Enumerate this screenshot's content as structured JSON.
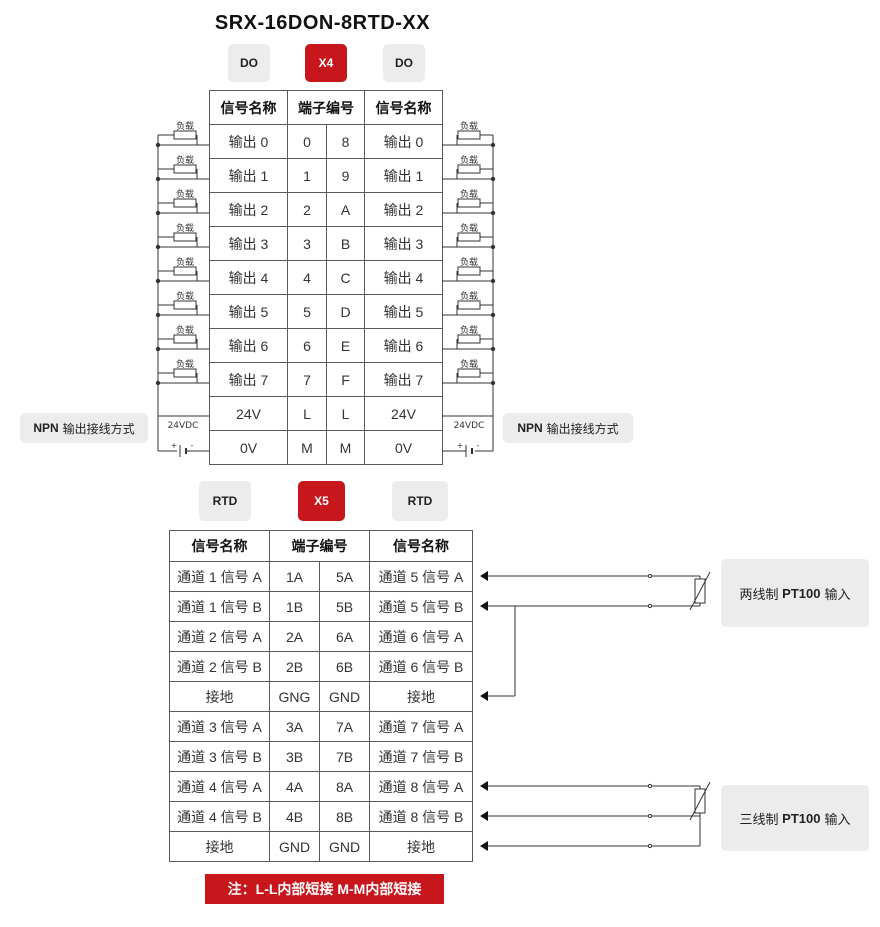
{
  "title": "SRX-16DON-8RTD-XX",
  "x4_section": {
    "chips": {
      "left": "DO",
      "center": "X4",
      "right": "DO"
    },
    "headers": {
      "signal_left": "信号名称",
      "terminal": "端子编号",
      "signal_right": "信号名称"
    },
    "rows": [
      [
        "输出 0",
        "0",
        "8",
        "输出 0"
      ],
      [
        "输出 1",
        "1",
        "9",
        "输出 1"
      ],
      [
        "输出 2",
        "2",
        "A",
        "输出 2"
      ],
      [
        "输出 3",
        "3",
        "B",
        "输出 3"
      ],
      [
        "输出 4",
        "4",
        "C",
        "输出 4"
      ],
      [
        "输出 5",
        "5",
        "D",
        "输出 5"
      ],
      [
        "输出 6",
        "6",
        "E",
        "输出 6"
      ],
      [
        "输出 7",
        "7",
        "F",
        "输出 7"
      ],
      [
        "24V",
        "L",
        "L",
        "24V"
      ],
      [
        "0V",
        "M",
        "M",
        "0V"
      ]
    ],
    "load_label": "负载",
    "supply_label": "24VDC",
    "supply_plus": "+",
    "supply_minus": "-",
    "npn_tag": {
      "bold": "NPN",
      "text": "输出接线方式"
    }
  },
  "x5_section": {
    "chips": {
      "left": "RTD",
      "center": "X5",
      "right": "RTD"
    },
    "headers": {
      "signal_left": "信号名称",
      "terminal": "端子编号",
      "signal_right": "信号名称"
    },
    "rows": [
      [
        "通道 1 信号 A",
        "1A",
        "5A",
        "通道 5 信号 A"
      ],
      [
        "通道 1 信号 B",
        "1B",
        "5B",
        "通道 5 信号 B"
      ],
      [
        "通道 2 信号 A",
        "2A",
        "6A",
        "通道 6 信号 A"
      ],
      [
        "通道 2 信号 B",
        "2B",
        "6B",
        "通道 6 信号 B"
      ],
      [
        "接地",
        "GNG",
        "GND",
        "接地"
      ],
      [
        "通道 3 信号 A",
        "3A",
        "7A",
        "通道 7 信号 A"
      ],
      [
        "通道 3 信号 B",
        "3B",
        "7B",
        "通道 7 信号 B"
      ],
      [
        "通道 4 信号 A",
        "4A",
        "8A",
        "通道 8 信号 A"
      ],
      [
        "通道 4 信号 B",
        "4B",
        "8B",
        "通道 8 信号 B"
      ],
      [
        "接地",
        "GND",
        "GND",
        "接地"
      ]
    ],
    "two_wire_tag": {
      "prefix": "两线制",
      "bold": "PT100",
      "suffix": "输入"
    },
    "three_wire_tag": {
      "prefix": "三线制",
      "bold": "PT100",
      "suffix": "输入"
    }
  },
  "note": "注：L-L内部短接  M-M内部短接",
  "colors": {
    "accent": "#c8161d",
    "chip_bg": "#ececec",
    "line": "#333333"
  }
}
